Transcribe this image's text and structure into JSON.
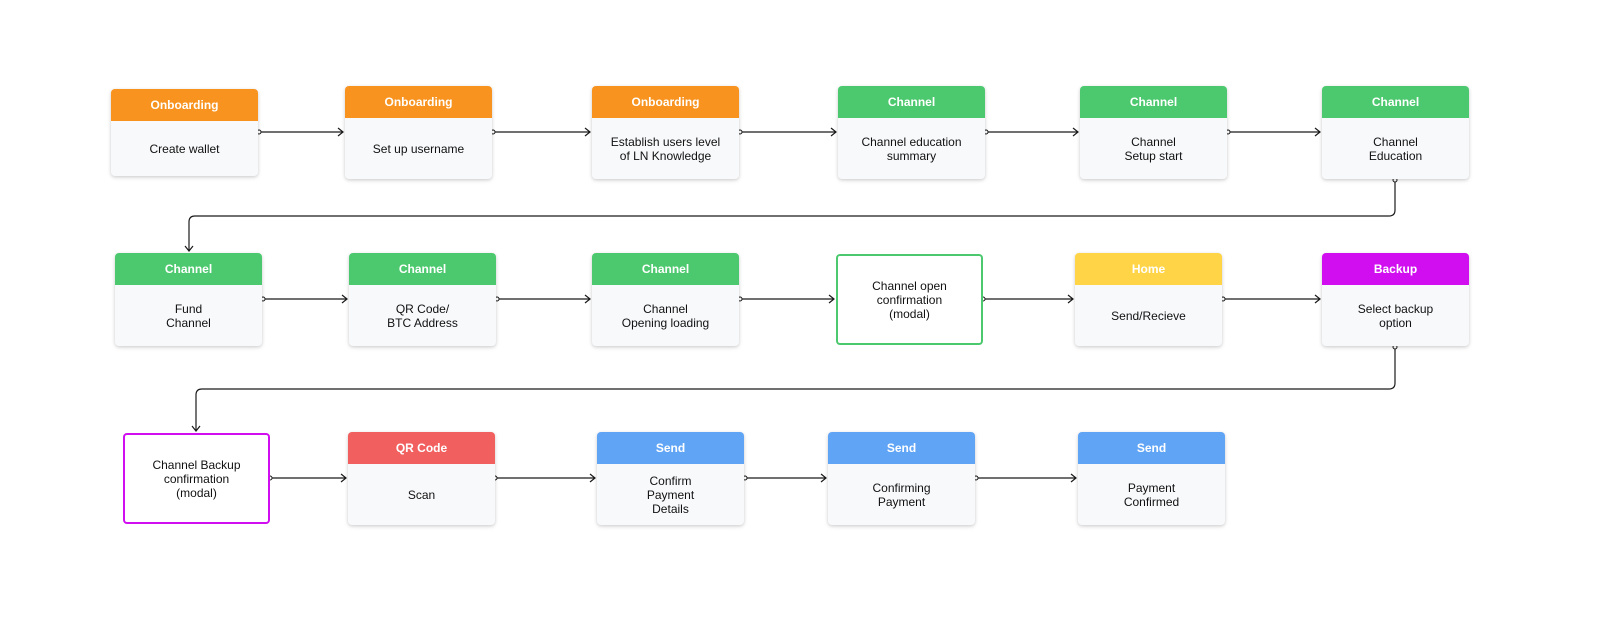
{
  "colors": {
    "onboarding": "#f7931e",
    "channel": "#4cc96e",
    "home": "#ffd447",
    "backup": "#d10ef0",
    "qr_code": "#f25f5f",
    "send": "#60a4f5",
    "modal_channel_border": "#4cc96e",
    "modal_backup_border": "#d10ef0"
  },
  "nodes": {
    "create_wallet": {
      "tag": "Onboarding",
      "text": "Create wallet"
    },
    "set_up_username": {
      "tag": "Onboarding",
      "text": "Set up username"
    },
    "establish_ln_knowledge": {
      "tag": "Onboarding",
      "text": "Establish users level\nof LN Knowledge"
    },
    "channel_education_summary": {
      "tag": "Channel",
      "text": "Channel education\nsummary"
    },
    "channel_setup_start": {
      "tag": "Channel",
      "text": "Channel\nSetup start"
    },
    "channel_education": {
      "tag": "Channel",
      "text": "Channel\nEducation"
    },
    "fund_channel": {
      "tag": "Channel",
      "text": "Fund\nChannel"
    },
    "qr_btc_address": {
      "tag": "Channel",
      "text": "QR Code/\nBTC Address"
    },
    "channel_opening_loading": {
      "tag": "Channel",
      "text": "Channel\nOpening loading"
    },
    "channel_open_confirmation": {
      "text": "Channel open\nconfirmation\n(modal)"
    },
    "send_receive": {
      "tag": "Home",
      "text": "Send/Recieve"
    },
    "select_backup_option": {
      "tag": "Backup",
      "text": "Select backup\noption"
    },
    "channel_backup_confirmation": {
      "text": "Channel Backup\nconfirmation\n(modal)"
    },
    "scan": {
      "tag": "QR Code",
      "text": "Scan"
    },
    "confirm_payment_details": {
      "tag": "Send",
      "text": "Confirm\nPayment\nDetails"
    },
    "confirming_payment": {
      "tag": "Send",
      "text": "Confirming\nPayment"
    },
    "payment_confirmed": {
      "tag": "Send",
      "text": "Payment\nConfirmed"
    }
  }
}
